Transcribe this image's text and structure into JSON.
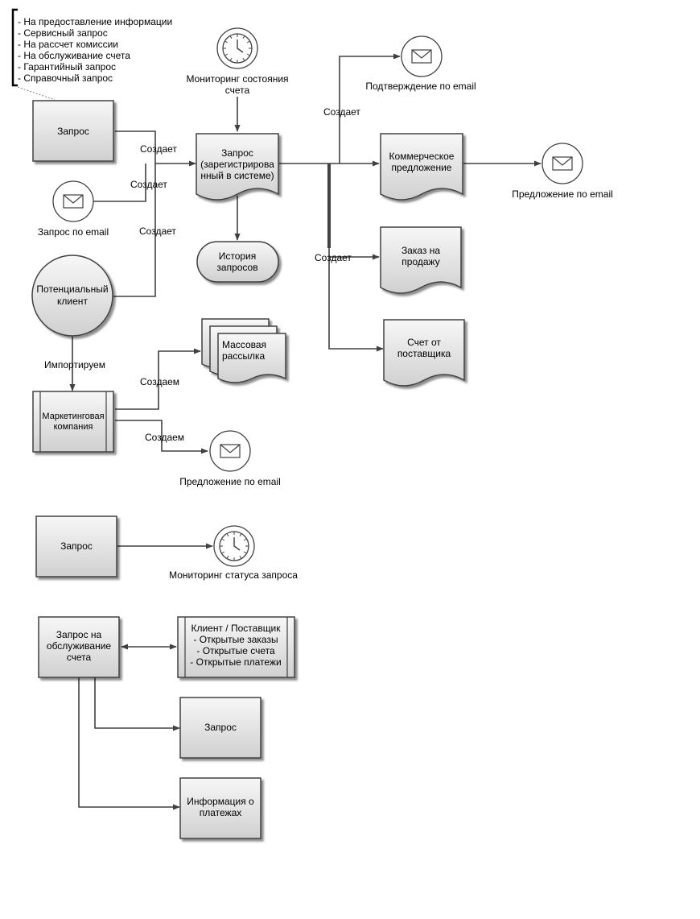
{
  "annotation": {
    "lines": [
      "- На предоставление информации",
      "- Сервисный запрос",
      "- На рассчет комиссии",
      "- На обслуживание счета",
      "- Гарантийный запрос",
      "- Справочный запрос"
    ]
  },
  "nodes": {
    "request_top": "Запрос",
    "email_request_label": "Запрос по email",
    "potential_client": [
      "Потенциальный",
      "клиент"
    ],
    "marketing_campaign": [
      "Маркетинговая",
      "компания"
    ],
    "timer_monitoring_label": [
      "Мониторинг состояния",
      "счета"
    ],
    "registered_request": [
      "Запрос",
      "(зарегистрирова",
      "нный в системе)"
    ],
    "request_history": [
      "История",
      "запросов"
    ],
    "mass_mailing": [
      "Массовая",
      "рассылка"
    ],
    "offer_email_bottom_label": "Предложение по email",
    "confirmation_email_label": "Подтверждение по email",
    "commercial_offer": [
      "Коммерческое",
      "предложение"
    ],
    "offer_email_right_label": "Предложение по email",
    "sales_order": [
      "Заказ на",
      "продажу"
    ],
    "vendor_invoice": [
      "Счет от",
      "поставщика"
    ],
    "request_mid": "Запрос",
    "status_monitoring_label": "Мониторинг статуса запроса",
    "account_service_request": [
      "Запрос на",
      "обслуживание",
      "счета"
    ],
    "client_vendor": [
      "Клиент / Поставщик",
      "- Открытые заказы",
      "- Открытые счета",
      "- Открытые платежи"
    ],
    "request_bottom": "Запрос",
    "payment_info": [
      "Информация о",
      "платежах"
    ]
  },
  "edge_labels": {
    "creates_1": "Создает",
    "creates_2": "Создает",
    "creates_3": "Создает",
    "importing": "Импортируем",
    "we_create_1": "Создаем",
    "we_create_2": "Создаем",
    "creates_confirmation": "Создает",
    "creates_order": "Создает"
  },
  "icons": {
    "envelope": "envelope-icon",
    "clock": "clock-icon"
  },
  "colors": {
    "stroke": "#404040",
    "shape_fill_top": "#f7f7f7",
    "shape_fill_bottom": "#d2d2d2"
  }
}
